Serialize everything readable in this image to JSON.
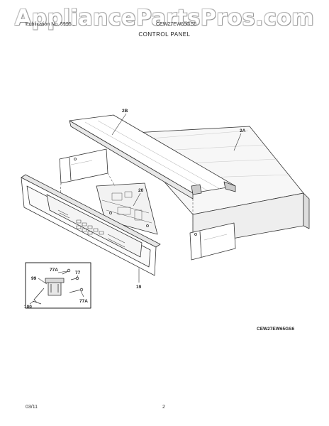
{
  "watermark": "AppliancePartsPros.com",
  "header": {
    "left": "Publication No. 5995...",
    "right": "CEW27EW65GS6",
    "title": "CONTROL PANEL"
  },
  "callouts": {
    "c2b": "2B",
    "c2a": "2A",
    "c20": "20",
    "c19": "19",
    "c99": "99",
    "c77a_top": "77A",
    "c77": "77",
    "c77a_bottom": "77A",
    "c100": "100"
  },
  "model_code": "CEW27EW65GS6",
  "footer": {
    "date": "03/11",
    "page": "2"
  }
}
